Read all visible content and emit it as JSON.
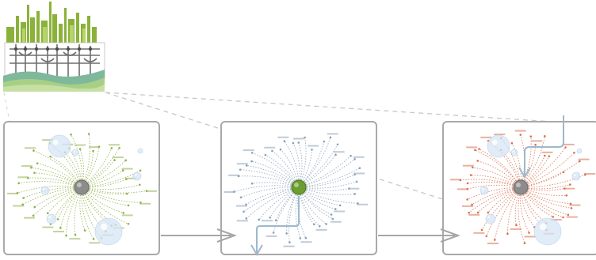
{
  "diagram": {
    "colors": {
      "panel_border": "#a9a9a9",
      "arrow": "#a6a6a6",
      "zoom_lines": "#c8c8c8",
      "blue_pipe": "#9eb8cc",
      "hub_gray": "#8c8c8c",
      "hub_green": "#6b9e2f",
      "strands_panel1": "#8fb04a",
      "strands_panel2": "#8aa0b8",
      "strands_panel3": "#d9704f",
      "bubble": "#d6e6f5",
      "factory_green": "#8ab23a",
      "factory_pipe": "#777777",
      "factory_ground": "#7fb89a"
    },
    "thumbnail": {
      "icon": "factory-pipework-icon"
    },
    "panels": [
      {
        "id": "panel-1",
        "hub": "gray-hub-icon",
        "strand_color": "strands_panel1",
        "bubbles": true
      },
      {
        "id": "panel-2",
        "hub": "green-hub-icon",
        "strand_color": "strands_panel2",
        "bubbles": false
      },
      {
        "id": "panel-3",
        "hub": "gray-hub-icon",
        "strand_color": "strands_panel3",
        "bubbles": true
      }
    ],
    "connectors": [
      {
        "from": "panel-1",
        "to": "panel-2",
        "icon": "open-arrow-icon"
      },
      {
        "from": "panel-2",
        "to": "panel-3",
        "icon": "open-arrow-icon"
      }
    ]
  }
}
